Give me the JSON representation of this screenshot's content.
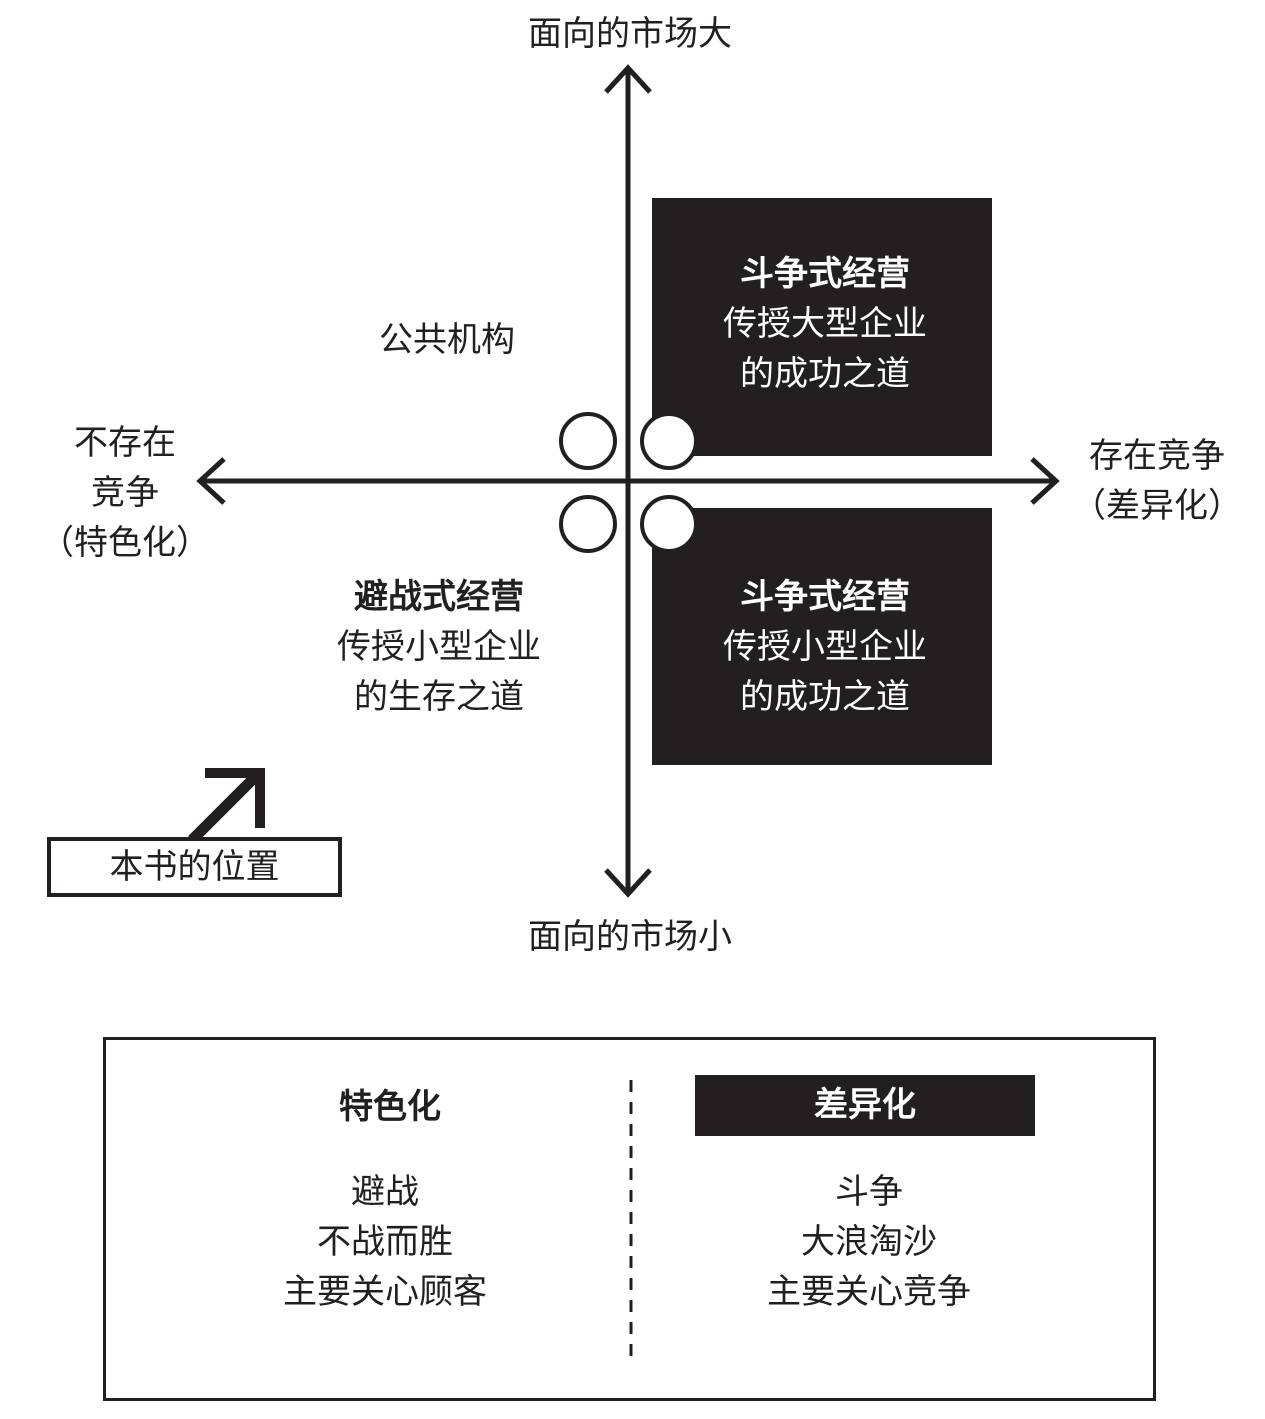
{
  "axes": {
    "top": "面向的市场大",
    "bottom": "面向的市场小",
    "left": [
      "不存在",
      "竞争",
      "（特色化）"
    ],
    "right": [
      "存在竞争",
      "（差异化）"
    ]
  },
  "quadrants": {
    "top_left": "公共机构",
    "top_right": {
      "title": "斗争式经营",
      "lines": [
        "传授大型企业",
        "的成功之道"
      ]
    },
    "bottom_left": {
      "title": "避战式经营",
      "lines": [
        "传授小型企业",
        "的生存之道"
      ]
    },
    "bottom_right": {
      "title": "斗争式经营",
      "lines": [
        "传授小型企业",
        "的成功之道"
      ]
    }
  },
  "position_label": "本书的位置",
  "legend": {
    "left": {
      "title": "特色化",
      "items": [
        "避战",
        "不战而胜",
        "主要关心顾客"
      ]
    },
    "right": {
      "title": "差异化",
      "items": [
        "斗争",
        "大浪淘沙",
        "主要关心竞争"
      ]
    }
  },
  "colors": {
    "ink": "#231f20",
    "background": "#ffffff"
  }
}
